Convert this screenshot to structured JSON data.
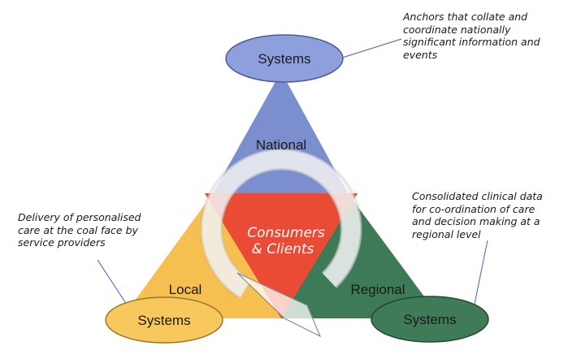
{
  "nodes": {
    "national_systems": "Systems",
    "local_systems": "Systems",
    "regional_systems": "Systems"
  },
  "segments": {
    "national": "National",
    "local": "Local",
    "regional": "Regional",
    "center_line1": "Consumers",
    "center_line2": "& Clients"
  },
  "notes": {
    "national": "Anchors that collate and\ncoordinate nationally\nsignificant information and\nevents",
    "local": "Delivery of personalised\ncare at the coal face by\nservice providers",
    "regional": "Consolidated clinical data\nfor co-ordination of care\nand decision making at a\nregional level"
  },
  "colors": {
    "national": "#7b8fcf",
    "local": "#f5c04f",
    "regional": "#3d7a57",
    "center": "#ea4b35",
    "systems_blue": "#8ea0dc",
    "systems_yellow": "#f7c85c",
    "systems_green": "#3f7b57"
  }
}
